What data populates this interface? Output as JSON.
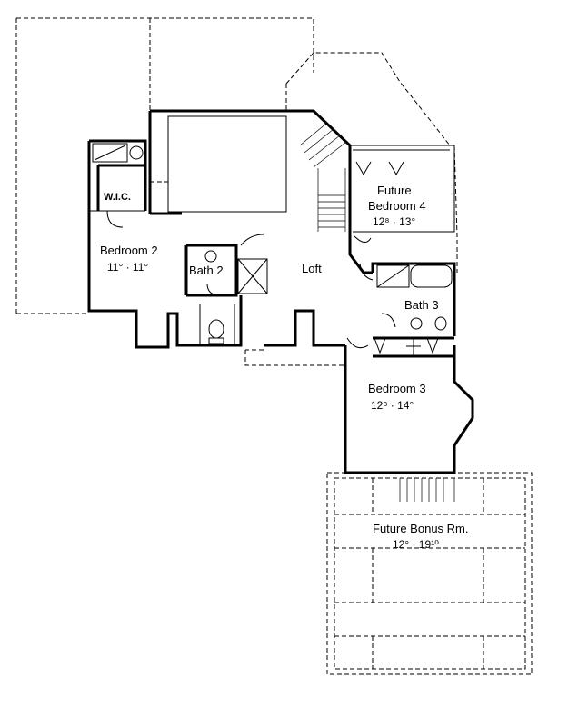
{
  "rooms": {
    "wic": "W.I.C.",
    "bedroom2": {
      "name": "Bedroom 2",
      "size": "11° · 11°"
    },
    "bath2": "Bath 2",
    "loft": "Loft",
    "bedroom4": {
      "line1": "Future",
      "line2": "Bedroom 4",
      "size": "12⁸ · 13°"
    },
    "bath3": "Bath 3",
    "bedroom3": {
      "name": "Bedroom 3",
      "size": "12⁸ · 14°"
    },
    "bonus": {
      "name": "Future Bonus Rm.",
      "size": "12° · 19¹⁰"
    }
  }
}
